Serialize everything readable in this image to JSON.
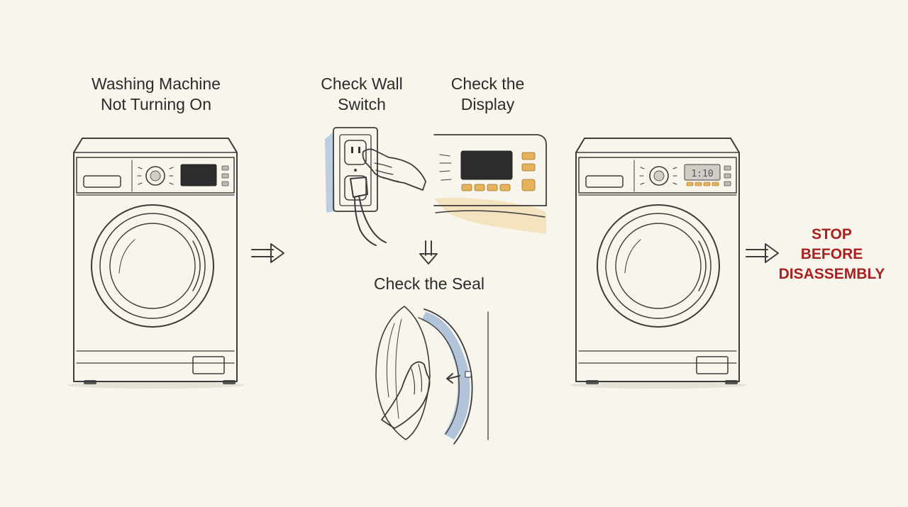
{
  "steps": {
    "start": "Washing Machine\nNot Turning On",
    "wall_switch": "Check Wall\nSwitch",
    "display": "Check the\nDisplay",
    "seal": "Check the Seal",
    "stop": "STOP\nBEFORE\nDISASSEMBLY"
  },
  "display_readout": "1:10",
  "colors": {
    "accent_orange": "#e6b25a",
    "seal_blue": "#9fb8d6",
    "stop_red": "#a8201f"
  },
  "icons": [
    "washing-machine-icon",
    "wall-outlet-icon",
    "hand-icon",
    "arrow-right-icon",
    "arrow-down-icon"
  ]
}
